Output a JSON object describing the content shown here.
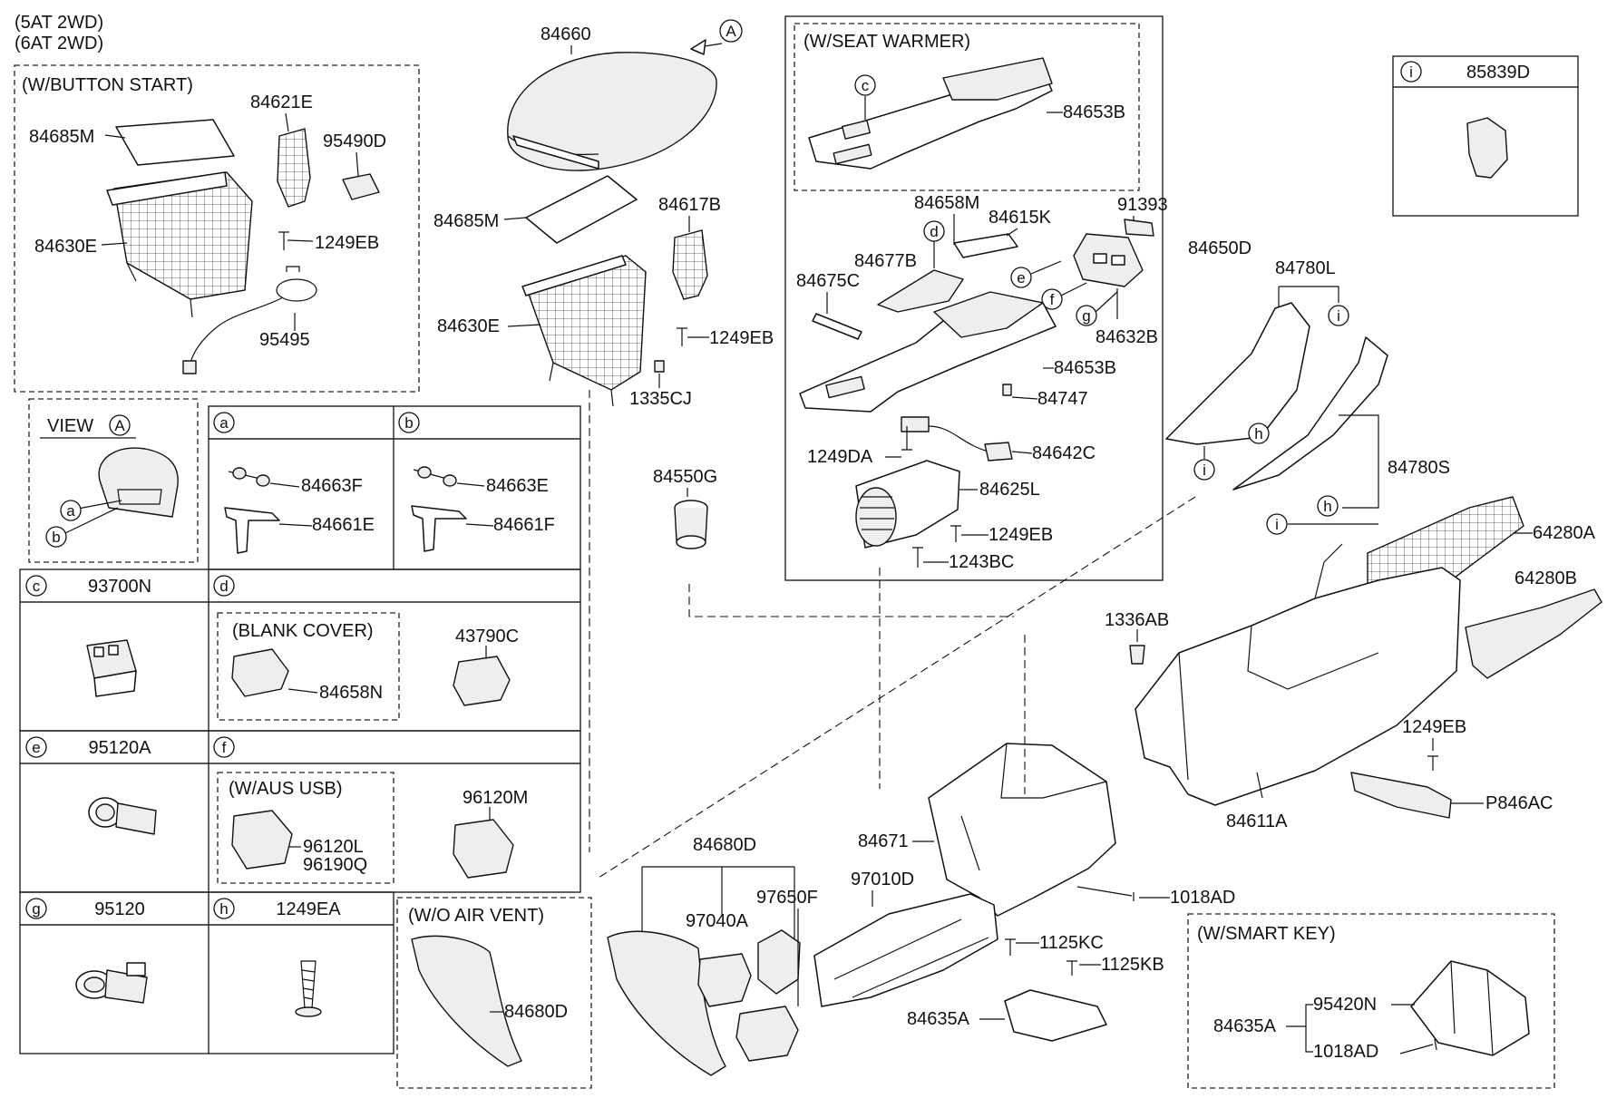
{
  "header": {
    "variant_1": "(5AT 2WD)",
    "variant_2": "(6AT 2WD)"
  },
  "groups": {
    "button_start": "(W/BUTTON START)",
    "view": "VIEW",
    "view_ref": "A",
    "seat_warmer": "(W/SEAT WARMER)",
    "blank_cover": "(BLANK COVER)",
    "aus_usb": "(W/AUS  USB)",
    "wo_air_vent": "(W/O AIR VENT)",
    "smart_key": "(W/SMART KEY)"
  },
  "arrow_ref": "A",
  "grid_cells": {
    "a": {
      "letter": "a"
    },
    "b": {
      "letter": "b"
    },
    "c": {
      "letter": "c",
      "part": "93700N"
    },
    "d": {
      "letter": "d"
    },
    "e": {
      "letter": "e",
      "part": "95120A"
    },
    "f": {
      "letter": "f"
    },
    "g": {
      "letter": "g",
      "part": "95120"
    },
    "h": {
      "letter": "h",
      "part": "1249EA"
    },
    "i": {
      "letter": "i",
      "part": "85839D"
    }
  },
  "callouts": {
    "a": "a",
    "b": "b",
    "c": "c",
    "d": "d",
    "e": "e",
    "f": "f",
    "g": "g",
    "h": "h",
    "i": "i"
  },
  "labels": {
    "p84685M_1": "84685M",
    "p84621E": "84621E",
    "p95490D": "95490D",
    "p84630E_1": "84630E",
    "p1249EB_1": "1249EB",
    "p95495": "95495",
    "p84663F": "84663F",
    "p84661E": "84661E",
    "p84663E": "84663E",
    "p84661F": "84661F",
    "p84658N": "84658N",
    "p43790C": "43790C",
    "p96120L": "96120L",
    "p96190Q": "96190Q",
    "p96120M": "96120M",
    "p84680D_2": "84680D",
    "p84660": "84660",
    "p84685M_2": "84685M",
    "p84617B": "84617B",
    "p84630E_2": "84630E",
    "p1249EB_2": "1249EB",
    "p1335CJ": "1335CJ",
    "p84550G": "84550G",
    "p84653B_1": "84653B",
    "p84658M": "84658M",
    "p84615K": "84615K",
    "p91393": "91393",
    "p84677B": "84677B",
    "p84675C": "84675C",
    "p84632B": "84632B",
    "p84653B_2": "84653B",
    "p84747": "84747",
    "p1249DA": "1249DA",
    "p84642C": "84642C",
    "p84625L": "84625L",
    "p1249EB_3": "1249EB",
    "p1243BC": "1243BC",
    "p84650D": "84650D",
    "p84780L": "84780L",
    "p84780S": "84780S",
    "p64280A": "64280A",
    "p64280B": "64280B",
    "p1336AB": "1336AB",
    "p1249EB_4": "1249EB",
    "pP846AC": "P846AC",
    "p84611A": "84611A",
    "p84671": "84671",
    "p1018AD_1": "1018AD",
    "p84680D_1": "84680D",
    "p97040A": "97040A",
    "p97650F": "97650F",
    "p97010D": "97010D",
    "p1125KC": "1125KC",
    "p1125KB": "1125KB",
    "p84635A_1": "84635A",
    "p84635A_2": "84635A",
    "p95420N": "95420N",
    "p1018AD_2": "1018AD"
  }
}
